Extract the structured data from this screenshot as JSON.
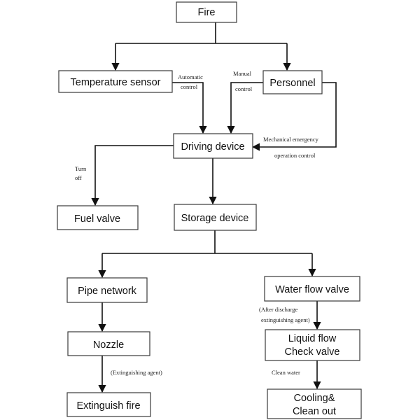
{
  "boxes": {
    "fire": "Fire",
    "temperature_sensor": "Temperature sensor",
    "personnel": "Personnel",
    "driving_device": "Driving device",
    "fuel_valve": "Fuel valve",
    "storage_device": "Storage device",
    "pipe_network": "Pipe network",
    "water_flow_valve": "Water flow valve",
    "nozzle": "Nozzle",
    "liquid_flow_check_valve": [
      "Liquid flow",
      "Check valve"
    ],
    "extinguish_fire": "Extinguish fire",
    "cooling_clean_out": [
      "Cooling&",
      "Clean out"
    ]
  },
  "annotations": {
    "automatic_control": [
      "Automatic",
      "control"
    ],
    "manual_control": [
      "Manual",
      "control"
    ],
    "mechanical_emergency": [
      "Mechanical emergency",
      "operation control"
    ],
    "turn_off": [
      "Turn",
      "off"
    ],
    "after_discharge": [
      "(After discharge",
      "extinguishing agent)"
    ],
    "extinguishing_agent": "(Extinguishing agent)",
    "clean_water": "Clean water"
  }
}
